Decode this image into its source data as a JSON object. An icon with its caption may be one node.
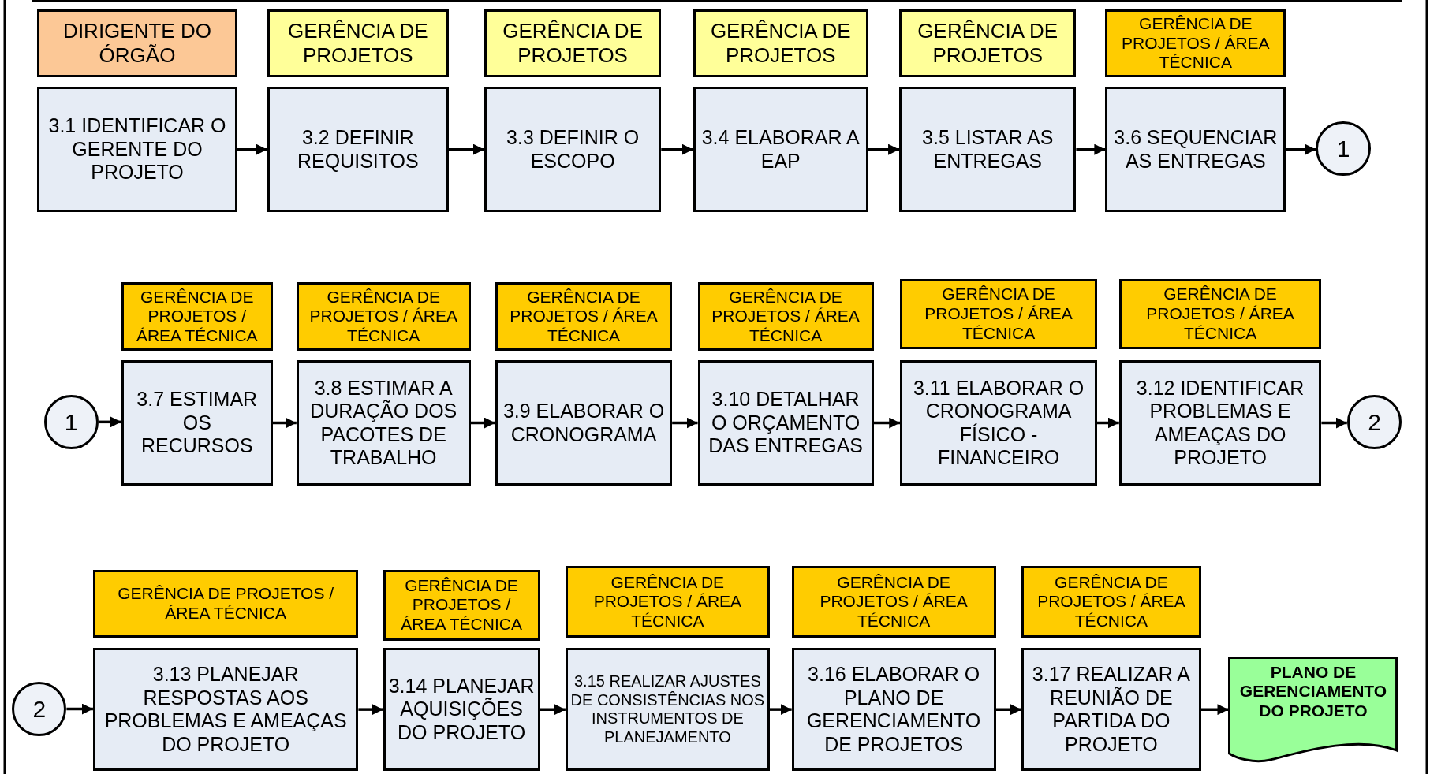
{
  "diagram": {
    "nodes": [
      {
        "text": [
          "DIRIGENTE DO ÓRGÃO"
        ]
      },
      {
        "text": [
          "3.1 IDENTIFICAR O GERENTE DO PROJETO"
        ]
      },
      {
        "text": [
          "GERÊNCIA DE PROJETOS"
        ]
      },
      {
        "text": [
          "3.2 DEFINIR REQUISITOS"
        ]
      },
      {
        "text": [
          "GERÊNCIA DE PROJETOS"
        ]
      },
      {
        "text": [
          "3.3 DEFINIR O ESCOPO"
        ]
      },
      {
        "text": [
          "GERÊNCIA DE PROJETOS"
        ]
      },
      {
        "text": [
          "3.4 ELABORAR A EAP"
        ]
      },
      {
        "text": [
          "GERÊNCIA DE PROJETOS"
        ]
      },
      {
        "text": [
          "3.5 LISTAR AS ENTREGAS"
        ]
      },
      {
        "text": [
          "GERÊNCIA DE PROJETOS / ÁREA TÉCNICA"
        ]
      },
      {
        "text": [
          "3.6 SEQUENCIAR AS ENTREGAS"
        ]
      },
      {
        "text": [
          "1"
        ]
      },
      {
        "text": [
          "1"
        ]
      },
      {
        "text": [
          "GERÊNCIA DE PROJETOS / ÁREA TÉCNICA"
        ]
      },
      {
        "text": [
          "3.7 ESTIMAR OS RECURSOS"
        ]
      },
      {
        "text": [
          "GERÊNCIA DE PROJETOS / ÁREA TÉCNICA"
        ]
      },
      {
        "text": [
          "3.8 ESTIMAR A DURAÇÃO DOS PACOTES DE TRABALHO"
        ]
      },
      {
        "text": [
          "GERÊNCIA DE PROJETOS / ÁREA TÉCNICA"
        ]
      },
      {
        "text": [
          "3.9 ELABORAR O CRONOGRAMA"
        ]
      },
      {
        "text": [
          "GERÊNCIA DE PROJETOS / ÁREA TÉCNICA"
        ]
      },
      {
        "text": [
          "3.10 DETALHAR O ORÇAMENTO DAS ENTREGAS"
        ]
      },
      {
        "text": [
          "GERÊNCIA DE PROJETOS / ÁREA TÉCNICA"
        ]
      },
      {
        "text": [
          "3.11 ELABORAR O CRONOGRAMA FÍSICO - FINANCEIRO"
        ]
      },
      {
        "text": [
          "GERÊNCIA DE PROJETOS / ÁREA TÉCNICA"
        ]
      },
      {
        "text": [
          "3.12 IDENTIFICAR PROBLEMAS E AMEAÇAS DO PROJETO"
        ]
      },
      {
        "text": [
          "2"
        ]
      },
      {
        "text": [
          "2"
        ]
      },
      {
        "text": [
          "GERÊNCIA DE PROJETOS / ÁREA TÉCNICA"
        ]
      },
      {
        "text": [
          "3.13 PLANEJAR RESPOSTAS AOS PROBLEMAS E AMEAÇAS DO PROJETO"
        ]
      },
      {
        "text": [
          "GERÊNCIA DE PROJETOS / ÁREA TÉCNICA"
        ]
      },
      {
        "text": [
          "3.14 PLANEJAR AQUISIÇÕES DO PROJETO"
        ]
      },
      {
        "text": [
          "GERÊNCIA DE PROJETOS / ÁREA TÉCNICA"
        ]
      },
      {
        "text": [
          "3.15 REALIZAR AJUSTES DE CONSISTÊNCIAS NOS INSTRUMENTOS DE PLANEJAMENTO"
        ]
      },
      {
        "text": [
          "GERÊNCIA DE PROJETOS / ÁREA TÉCNICA"
        ]
      },
      {
        "text": [
          "3.16 ELABORAR O PLANO DE GERENCIAMENTO DE PROJETOS"
        ]
      },
      {
        "text": [
          "GERÊNCIA DE PROJETOS / ÁREA TÉCNICA"
        ]
      },
      {
        "text": [
          "3.17 REALIZAR A REUNIÃO DE PARTIDA DO PROJETO"
        ]
      },
      {
        "text": [
          "PLANO DE GERENCIAMENTO DO PROJETO"
        ]
      }
    ],
    "edges": [
      {
        "from": 1,
        "to": 3,
        "arrow": "to"
      },
      {
        "from": 3,
        "to": 5,
        "arrow": "to"
      },
      {
        "from": 5,
        "to": 7,
        "arrow": "to"
      },
      {
        "from": 7,
        "to": 9,
        "arrow": "to"
      },
      {
        "from": 9,
        "to": 11,
        "arrow": "to"
      },
      {
        "from": 11,
        "to": 12,
        "arrow": "to"
      },
      {
        "from": 13,
        "to": 15,
        "arrow": "to"
      },
      {
        "from": 15,
        "to": 17,
        "arrow": "to"
      },
      {
        "from": 17,
        "to": 19,
        "arrow": "to"
      },
      {
        "from": 19,
        "to": 21,
        "arrow": "to"
      },
      {
        "from": 21,
        "to": 23,
        "arrow": "to"
      },
      {
        "from": 23,
        "to": 25,
        "arrow": "to"
      },
      {
        "from": 25,
        "to": 26,
        "arrow": "to"
      },
      {
        "from": 27,
        "to": 29,
        "arrow": "to"
      },
      {
        "from": 29,
        "to": 31,
        "arrow": "to"
      },
      {
        "from": 31,
        "to": 33,
        "arrow": "to"
      },
      {
        "from": 33,
        "to": 35,
        "arrow": "to"
      },
      {
        "from": 35,
        "to": 37,
        "arrow": "to"
      },
      {
        "from": 37,
        "to": 38,
        "arrow": "to"
      }
    ]
  }
}
